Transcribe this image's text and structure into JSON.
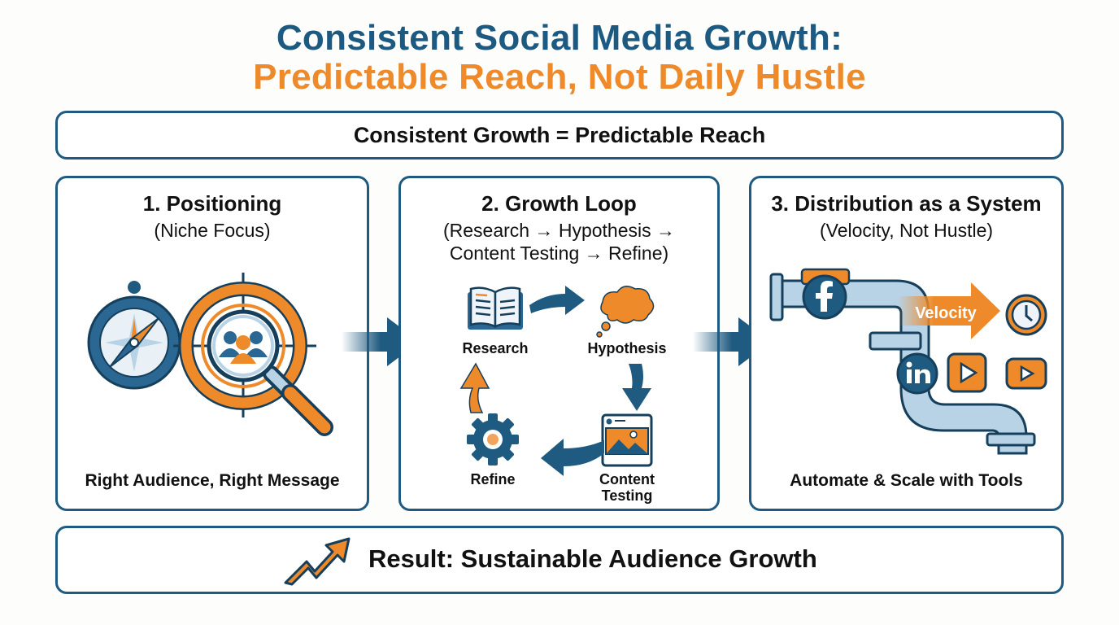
{
  "title": {
    "line1": "Consistent Social Media Growth:",
    "line2": "Predictable Reach, Not Daily Hustle"
  },
  "banner": {
    "text": "Consistent Growth = Predictable Reach"
  },
  "panels": [
    {
      "heading": "1. Positioning",
      "subtitle": "(Niche Focus)",
      "footer": "Right Audience, Right Message",
      "icons": [
        "compass-icon",
        "magnifier-audience-icon",
        "target-crosshair-icon"
      ]
    },
    {
      "heading": "2. Growth Loop",
      "subtitle_line1": "(Research → Hypothesis →",
      "subtitle_line2": "Content Testing → Refine)",
      "steps": [
        {
          "label": "Research",
          "icon": "book-icon"
        },
        {
          "label": "Hypothesis",
          "icon": "thought-cloud-icon"
        },
        {
          "label": "Content",
          "label2": "Testing",
          "icon": "social-post-icon"
        },
        {
          "label": "Refine",
          "icon": "gear-icon"
        }
      ]
    },
    {
      "heading": "3. Distribution as a System",
      "subtitle": "(Velocity, Not Hustle)",
      "velocity_label": "Velocity",
      "footer": "Automate & Scale with Tools",
      "icons": [
        "pipe-icon",
        "facebook-icon",
        "linkedin-icon",
        "video-play-icon",
        "clock-icon"
      ]
    }
  ],
  "result": {
    "text": "Result: Sustainable Audience Growth",
    "icon": "trend-up-arrow-icon"
  },
  "colors": {
    "blue": "#1f5a80",
    "orange": "#ee8a2a",
    "light_blue": "#b9d3e6"
  }
}
